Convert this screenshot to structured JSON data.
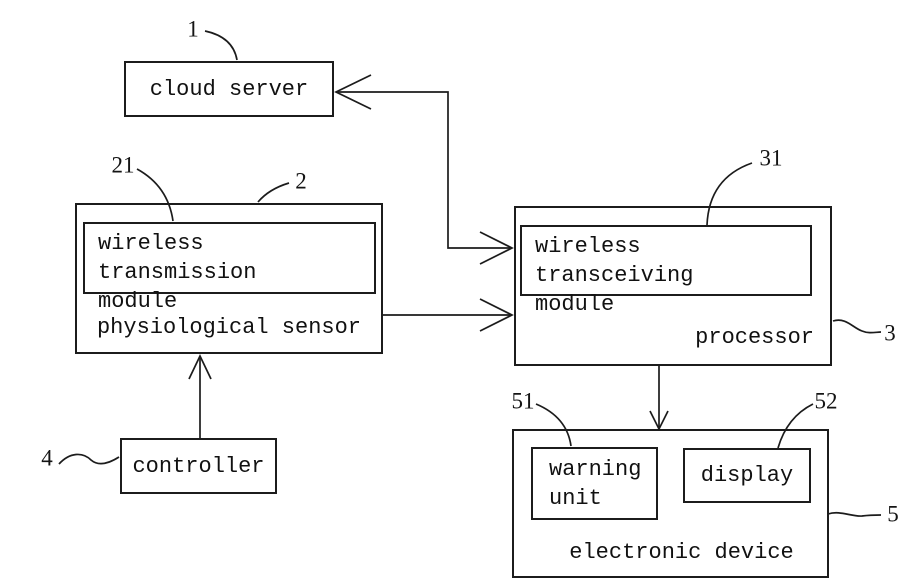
{
  "figure": {
    "background_color": "#ffffff",
    "line_color": "#1c1c1c",
    "boxes": {
      "cloud_server": {
        "label": "cloud server"
      },
      "physiological_sensor": {
        "label": "physiological sensor"
      },
      "wireless_transmission_module": {
        "label": "wireless transmission\nmodule"
      },
      "processor": {
        "label": "processor"
      },
      "wireless_transceiving_module": {
        "label": "wireless transceiving\nmodule"
      },
      "controller": {
        "label": "controller"
      },
      "electronic_device": {
        "label": "electronic device"
      },
      "warning_unit": {
        "label": "warning\nunit"
      },
      "display": {
        "label": "display"
      }
    },
    "refs": {
      "cloud_server": "1",
      "physiological_sensor": "2",
      "wireless_transmission_module": "21",
      "processor": "3",
      "wireless_transceiving_module": "31",
      "controller": "4",
      "electronic_device": "5",
      "warning_unit": "51",
      "display": "52"
    },
    "connections": [
      {
        "from": "wireless_transceiving_module",
        "to": "cloud_server",
        "type": "arrow"
      },
      {
        "from": "physiological_sensor",
        "to": "processor",
        "type": "arrow"
      },
      {
        "from": "controller",
        "to": "physiological_sensor",
        "type": "arrow"
      },
      {
        "from": "processor",
        "to": "electronic_device",
        "type": "arrow"
      }
    ]
  }
}
